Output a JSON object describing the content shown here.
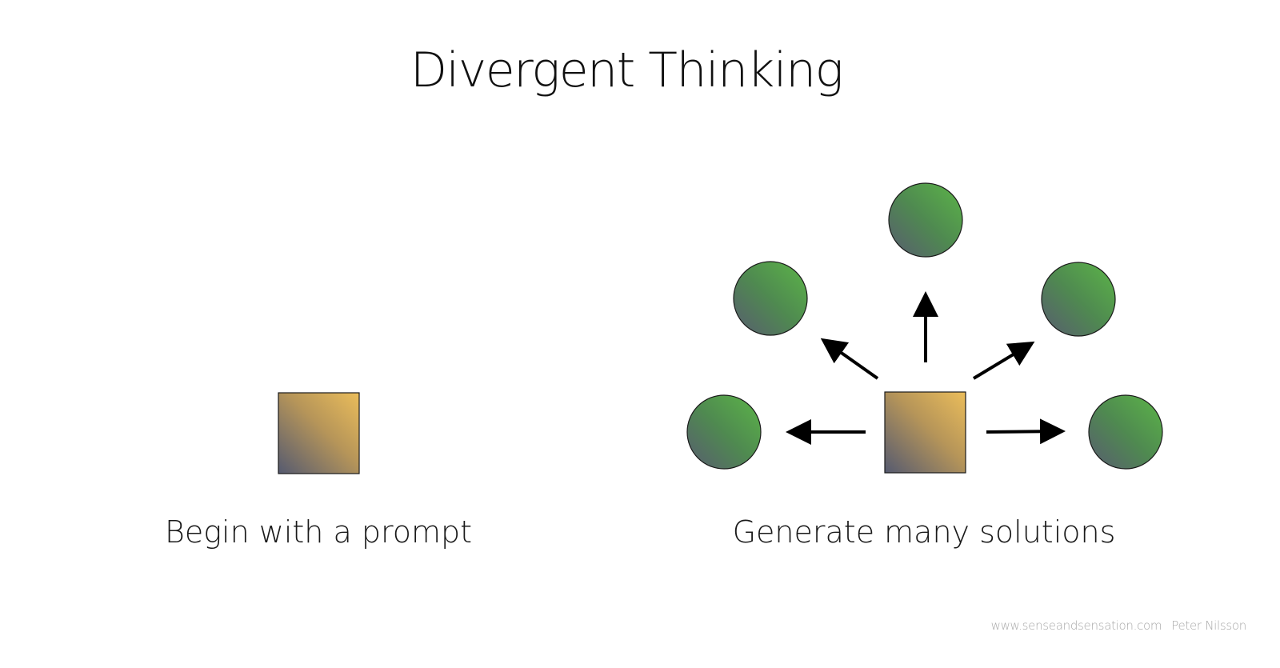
{
  "title": "Divergent Thinking",
  "left_panel": {
    "caption": "Begin with a prompt",
    "node": "prompt-square"
  },
  "right_panel": {
    "caption": "Generate many solutions",
    "center_node": "prompt-square",
    "solution_count": 5
  },
  "footer": {
    "website": "www.senseandsensation.com",
    "author": "Peter Nilsson"
  },
  "colors": {
    "square_light": "#e8b95a",
    "square_dark": "#5a5a6e",
    "circle_light": "#5fb04c",
    "circle_dark": "#575e6e",
    "stroke": "#1a1a1a",
    "arrow": "#000000"
  }
}
